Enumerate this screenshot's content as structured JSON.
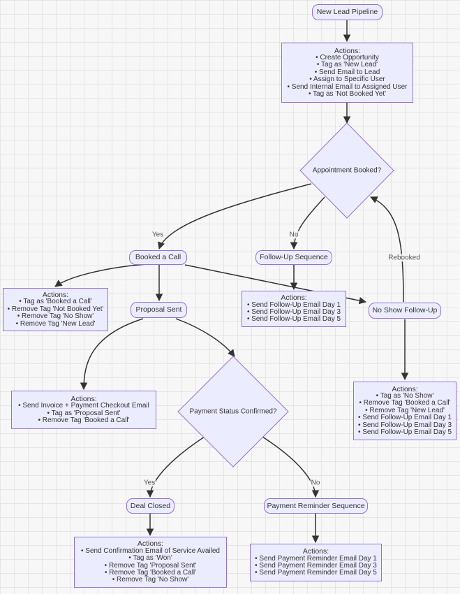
{
  "diagram": {
    "start": "New Lead Pipeline",
    "new_lead_actions": {
      "title": "Actions:",
      "items": [
        "• Create Opportunity",
        "• Tag as 'New Lead'",
        "• Send Email to Lead",
        "• Assign to Specific User",
        "• Send Internal Email to Assigned User",
        "• Tag as 'Not Booked Yet'"
      ]
    },
    "decision_appointment": "Appointment Booked?",
    "booked_call": "Booked a Call",
    "follow_up_sequence": "Follow-Up Sequence",
    "no_show_follow_up": "No Show Follow-Up",
    "booked_actions": {
      "title": "Actions:",
      "items": [
        "• Tag as 'Booked a Call'",
        "• Remove Tag 'Not Booked Yet'",
        "• Remove Tag 'No Show'",
        "• Remove Tag 'New Lead'"
      ]
    },
    "proposal_sent": "Proposal Sent",
    "follow_up_actions": {
      "title": "Actions:",
      "items": [
        "• Send Follow-Up Email Day 1",
        "• Send Follow-Up Email Day 3",
        "• Send Follow-Up Email Day 5"
      ]
    },
    "proposal_actions": {
      "title": "Actions:",
      "items": [
        "• Send Invoice + Payment Checkout Email",
        "• Tag as 'Proposal Sent'",
        "• Remove Tag 'Booked a Call'"
      ]
    },
    "decision_payment": "Payment Status Confirmed?",
    "no_show_actions": {
      "title": "Actions:",
      "items": [
        "• Tag as 'No Show'",
        "• Remove Tag 'Booked a Call'",
        "• Remove Tag 'New Lead'",
        "• Send Follow-Up Email Day 1",
        "• Send Follow-Up Email Day 3",
        "• Send Follow-Up Email Day 5"
      ]
    },
    "deal_closed": "Deal Closed",
    "payment_reminder_sequence": "Payment Reminder Sequence",
    "deal_actions": {
      "title": "Actions:",
      "items": [
        "• Send Confirmation Email of Service Availed",
        "• Tag as 'Won'",
        "• Remove Tag 'Proposal Sent'",
        "• Remove Tag 'Booked a Call'",
        "• Remove Tag 'No Show'"
      ]
    },
    "reminder_actions": {
      "title": "Actions:",
      "items": [
        "• Send Payment Reminder Email Day 1",
        "• Send Payment Reminder Email Day 3",
        "• Send Payment Reminder Email Day 5"
      ]
    },
    "edge_labels": {
      "yes_1": "Yes",
      "no_1": "No",
      "rebooked": "Rebooked",
      "yes_2": "Yes",
      "no_2": "No"
    },
    "colors": {
      "node_fill": "#ececff",
      "node_stroke": "#9370db",
      "edge": "#333333",
      "background": "#f7f7f7"
    }
  }
}
